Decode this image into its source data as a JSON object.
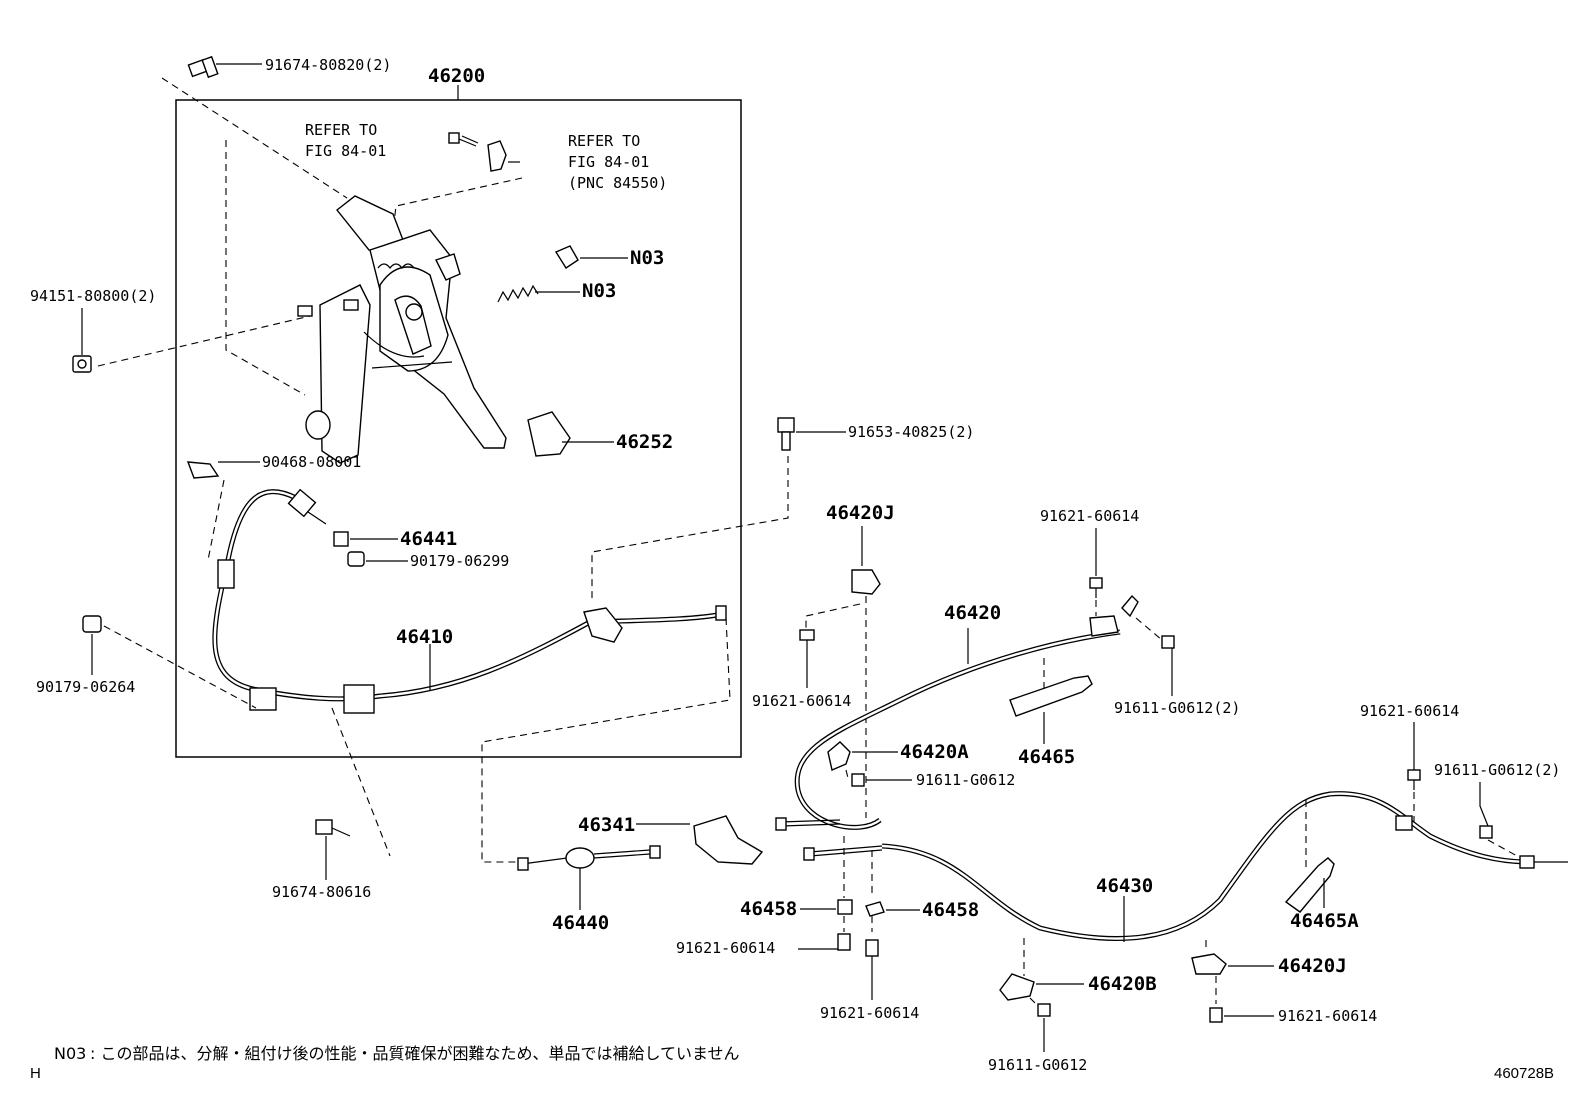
{
  "labels": {
    "frame_no": "46200",
    "bolt_top": "91674-80820(2)",
    "refer_left_1": "REFER TO",
    "refer_left_2": "FIG 84-01",
    "refer_right_1": "REFER TO",
    "refer_right_2": "FIG 84-01",
    "refer_right_3": "(PNC 84550)",
    "n03_a": "N03",
    "n03_b": "N03",
    "nut_left": "94151-80800(2)",
    "pad": "46252",
    "clip_90468": "90468-08001",
    "part_46441": "46441",
    "nut_90179b": "90179-06299",
    "nut_90179a": "90179-06264",
    "cable_front": "46410",
    "bolt_91653": "91653-40825(2)",
    "bracket_46420j_top": "46420J",
    "bolt_91621_a": "91621-60614",
    "bolt_91621_b": "91621-60614",
    "cable_right": "46420",
    "bolt_91611_a": "91611-G0612(2)",
    "boot_46465": "46465",
    "bracket_46420a": "46420A",
    "bolt_91611_b": "91611-G0612",
    "bolt_91621_c": "91621-60614",
    "bolt_91611_c": "91611-G0612(2)",
    "equalizer": "46341",
    "bolt_91674_80616": "91674-80616",
    "cable_intermediate": "46440",
    "clip_46458_a": "46458",
    "clip_46458_b": "46458",
    "bolt_91621_d": "91621-60614",
    "bolt_91621_e": "91621-60614",
    "cable_left": "46430",
    "boot_46465a": "46465A",
    "bracket_46420j_bottom": "46420J",
    "bracket_46420b": "46420B",
    "bolt_91621_f": "91621-60614",
    "bolt_91611_d": "91611-G0612"
  },
  "footnote": {
    "code": "N03",
    "text": ": この部品は、分解・組付け後の性能・品質確保が困難なため、単品では補給していません"
  },
  "corner_mark": "H",
  "figure_id": "460728B"
}
